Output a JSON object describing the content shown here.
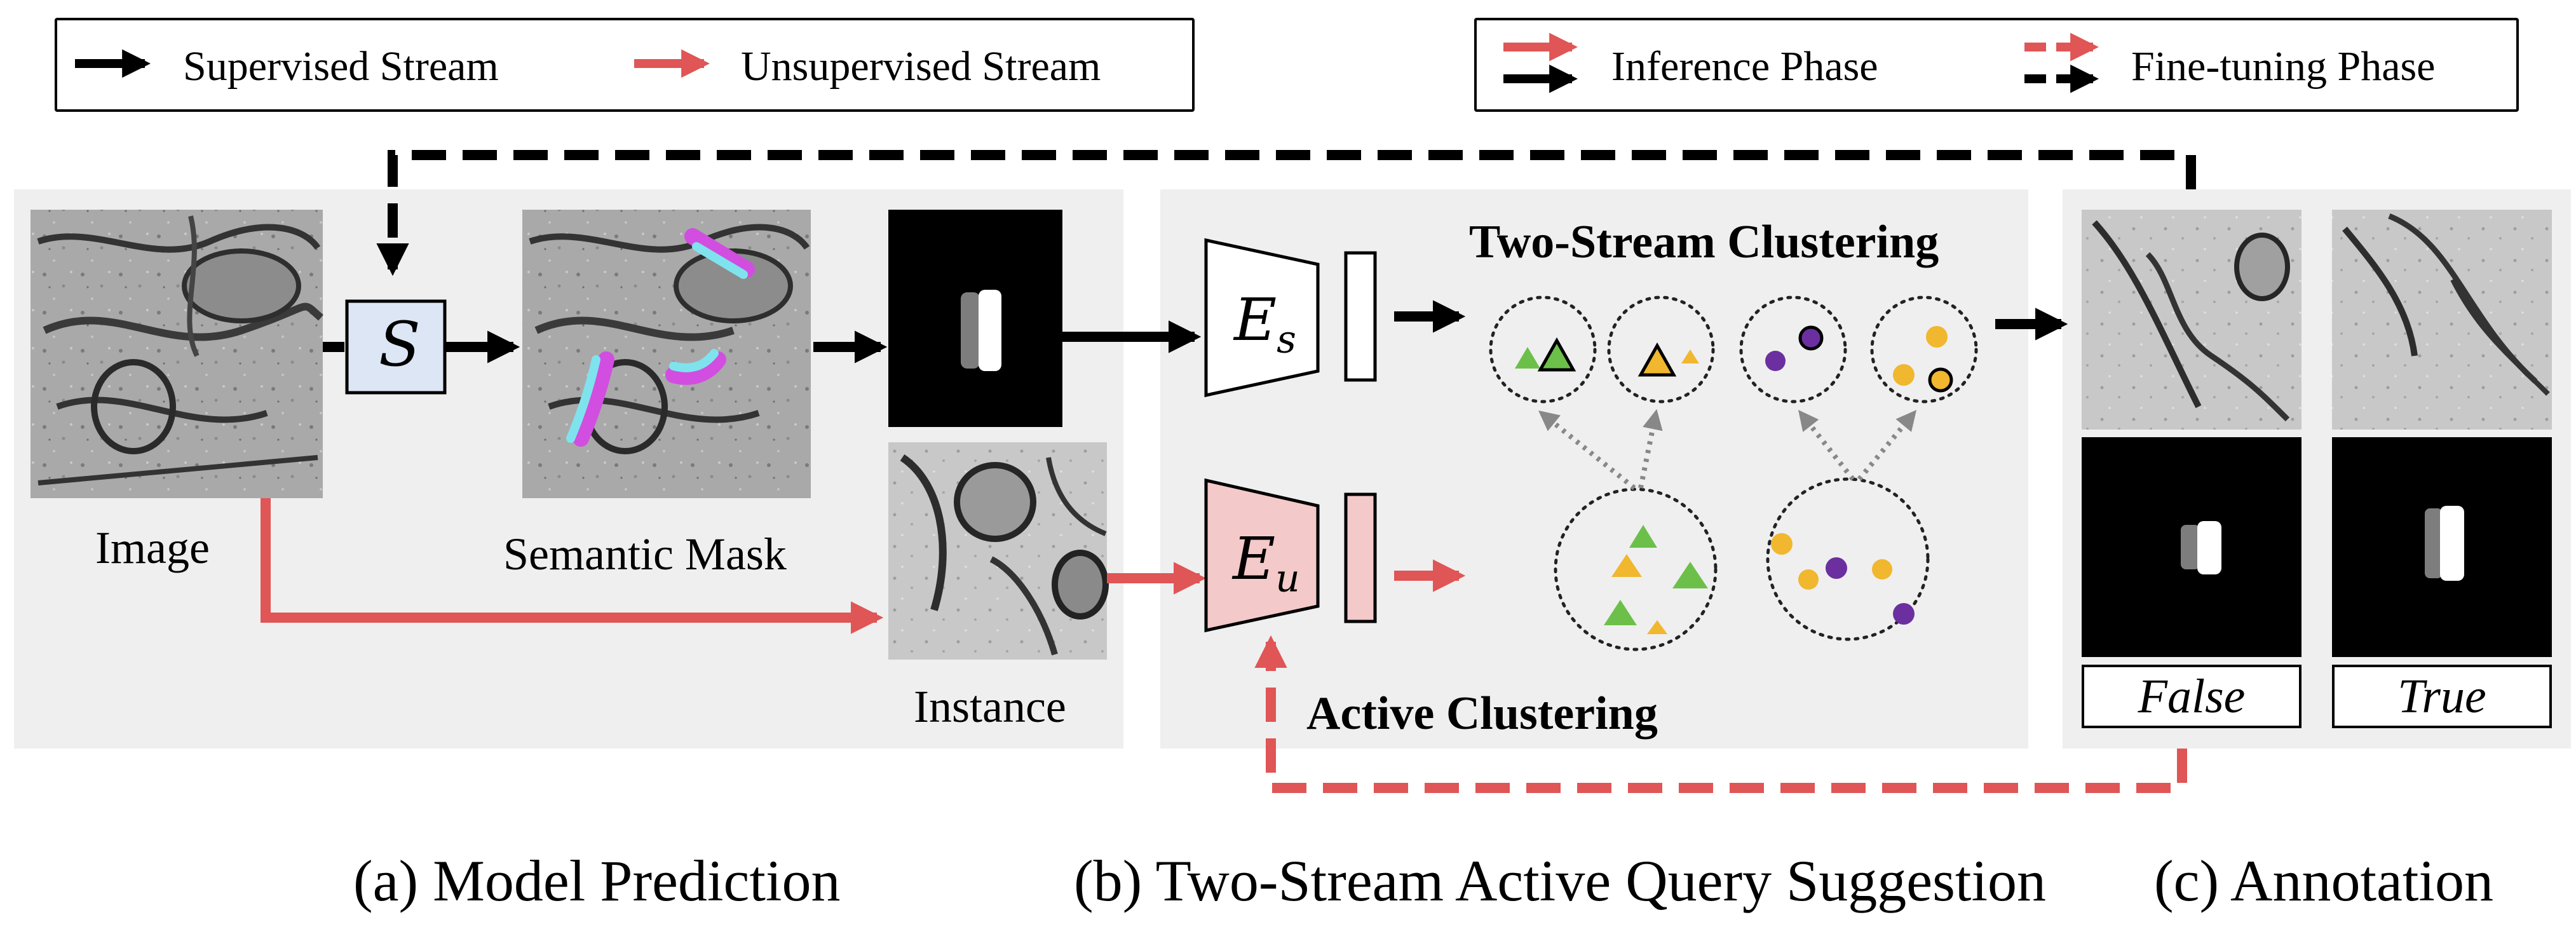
{
  "legend_left": {
    "supervised": "Supervised Stream",
    "unsupervised": "Unsupervised Stream"
  },
  "legend_right": {
    "inference": "Inference Phase",
    "finetuning": "Fine-tuning Phase"
  },
  "panel_a": {
    "image_label": "Image",
    "semantic_label": "Semantic Mask",
    "instance_label": "Instance",
    "segmenter": "S"
  },
  "panel_b": {
    "title_two_stream": "Two-Stream Clustering",
    "title_active": "Active Clustering",
    "encoder_s": "E",
    "encoder_s_sub": "s",
    "encoder_u": "E",
    "encoder_u_sub": "u"
  },
  "panel_c": {
    "false_label": "False",
    "true_label": "True"
  },
  "captions": {
    "a": "(a) Model Prediction",
    "b": "(b) Two-Stream Active Query Suggestion",
    "c": "(c) Annotation"
  },
  "colors": {
    "supervised": "#000000",
    "unsupervised": "#e05555",
    "panel_bg": "#efefef",
    "segmenter_fill": "#dde6f5",
    "encoder_u_fill": "#f4c9c9",
    "green": "#6cc04a",
    "yellow": "#f0b72f",
    "purple": "#6b2fa0",
    "cyan": "#7fe3ee",
    "magenta": "#d14ee0"
  }
}
